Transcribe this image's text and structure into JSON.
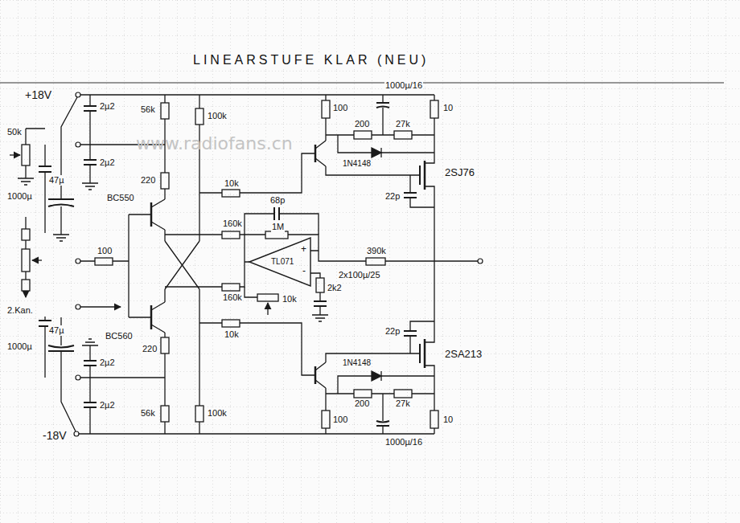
{
  "diagram": {
    "title": "LINEARSTUFE KLAR (NEU)",
    "labels": [
      "+18V",
      "-18V",
      "50k",
      "47µ",
      "1000µ",
      "2.Kan.",
      "47µ",
      "1000µ",
      "2µ2",
      "2µ2",
      "2µ2",
      "2µ2",
      "56k",
      "100k",
      "220",
      "BC550",
      "100",
      "BC560",
      "220",
      "56k",
      "100k",
      "10k",
      "68p",
      "160k",
      "1M",
      "+",
      "TL071",
      "-",
      "10k",
      "160k",
      "10k",
      "2x100µ/25",
      "2k2",
      "390k",
      "100",
      "1000µ/16",
      "200",
      "27k",
      "10",
      "1N4148",
      "2SJ76",
      "22p",
      "22p",
      "2SA213",
      "1N4148",
      "200",
      "27k",
      "1000µ/16",
      "100",
      "10",
      "www.radiofans.cn"
    ]
  }
}
